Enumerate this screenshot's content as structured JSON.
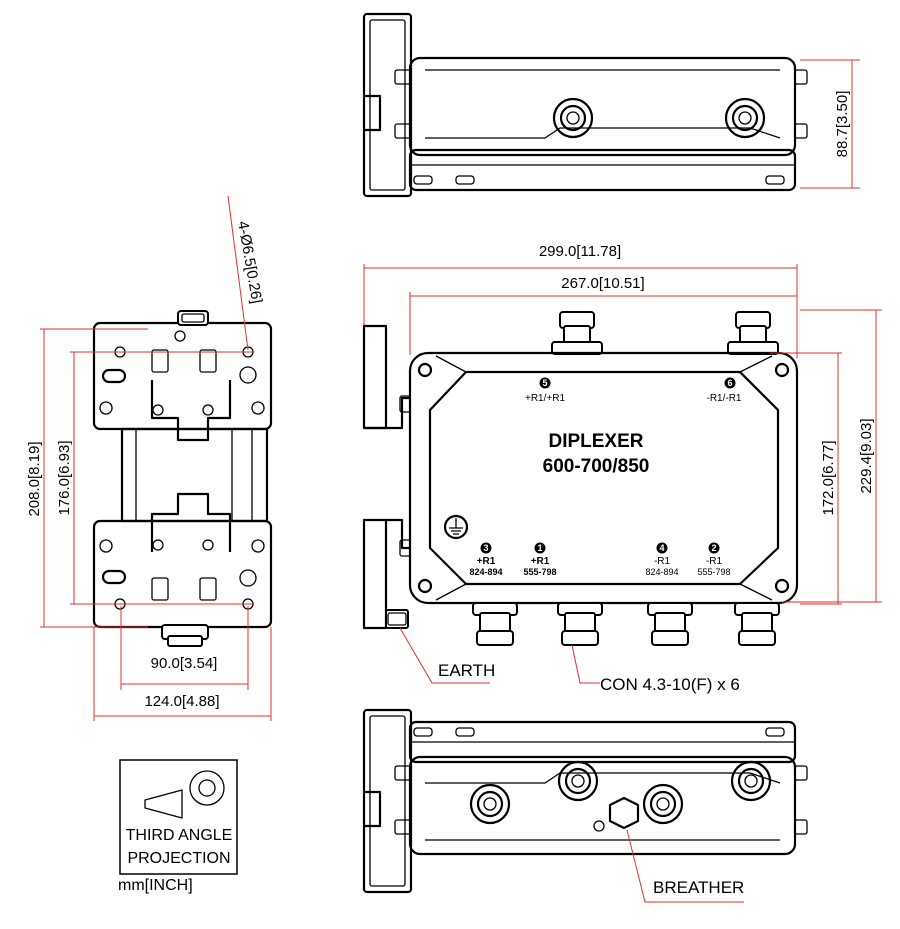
{
  "device": {
    "name": "DIPLEXER",
    "bands": "600-700/850"
  },
  "ports": [
    {
      "num": "5",
      "name": "+R1/+R1",
      "freq": ""
    },
    {
      "num": "6",
      "name": "-R1/-R1",
      "freq": ""
    },
    {
      "num": "3",
      "name": "+R1",
      "freq": "824-894"
    },
    {
      "num": "1",
      "name": "+R1",
      "freq": "555-798"
    },
    {
      "num": "4",
      "name": "-R1",
      "freq": "824-894"
    },
    {
      "num": "2",
      "name": "-R1",
      "freq": "555-798"
    }
  ],
  "dimensions": {
    "top_height": "88.7[3.50]",
    "overall_width": "299.0[11.78]",
    "body_width": "267.0[10.51]",
    "body_height": "172.0[6.77]",
    "overall_height": "229.4[9.03]",
    "bracket_height": "208.0[8.19]",
    "hole_spacing_v": "176.0[6.93]",
    "hole_spacing_h": "90.0[3.54]",
    "bracket_width": "124.0[4.88]",
    "hole_callout": "4-Ø6.5[0.26]"
  },
  "labels": {
    "earth": "EARTH",
    "connector": "CON 4.3-10(F) x 6",
    "breather": "BREATHER"
  },
  "projection": {
    "line1": "THIRD ANGLE",
    "line2": "PROJECTION",
    "units": "mm[INCH]"
  }
}
